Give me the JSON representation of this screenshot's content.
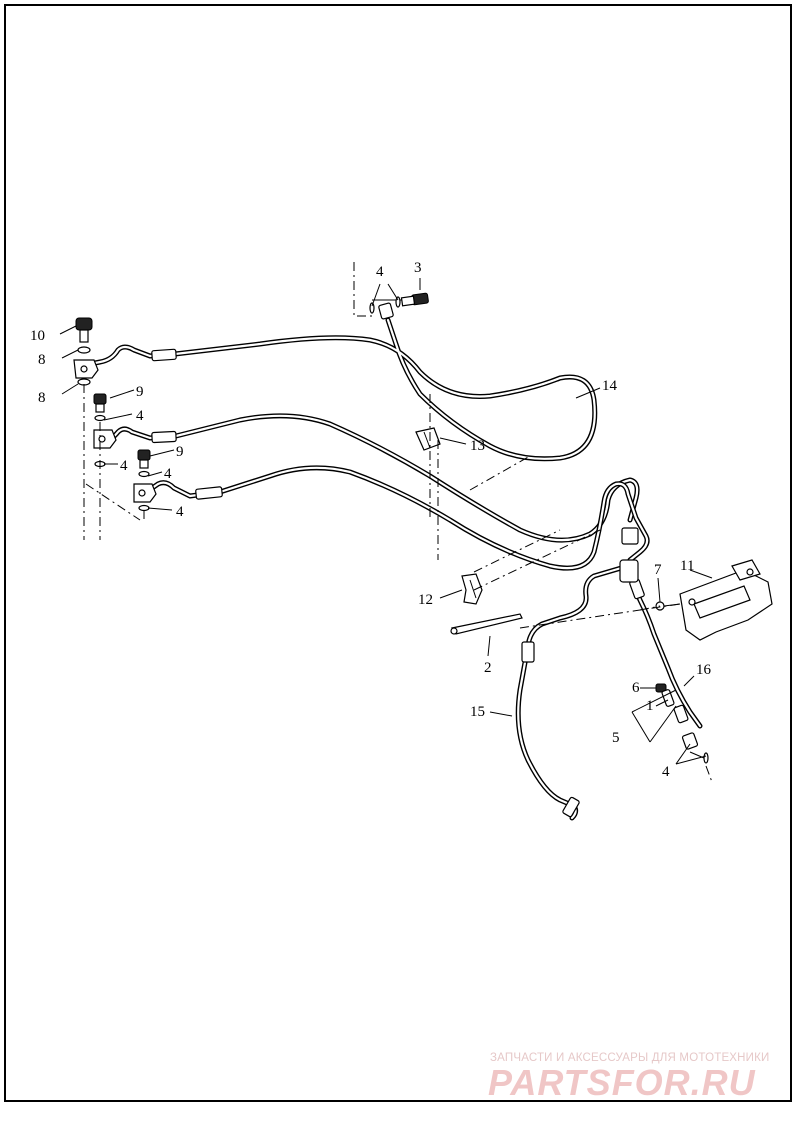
{
  "callouts": [
    {
      "id": "c1",
      "text": "1"
    },
    {
      "id": "c2",
      "text": "2"
    },
    {
      "id": "c3",
      "text": "3"
    },
    {
      "id": "c4a",
      "text": "4"
    },
    {
      "id": "c4b",
      "text": "4"
    },
    {
      "id": "c4c",
      "text": "4"
    },
    {
      "id": "c4d",
      "text": "4"
    },
    {
      "id": "c4e",
      "text": "4"
    },
    {
      "id": "c4f",
      "text": "4"
    },
    {
      "id": "c5",
      "text": "5"
    },
    {
      "id": "c6",
      "text": "6"
    },
    {
      "id": "c7",
      "text": "7"
    },
    {
      "id": "c8a",
      "text": "8"
    },
    {
      "id": "c8b",
      "text": "8"
    },
    {
      "id": "c9a",
      "text": "9"
    },
    {
      "id": "c9b",
      "text": "9"
    },
    {
      "id": "c10",
      "text": "10"
    },
    {
      "id": "c11",
      "text": "11"
    },
    {
      "id": "c12",
      "text": "12"
    },
    {
      "id": "c13",
      "text": "13"
    },
    {
      "id": "c14",
      "text": "14"
    },
    {
      "id": "c15",
      "text": "15"
    },
    {
      "id": "c16",
      "text": "16"
    }
  ],
  "watermark": {
    "tagline": "ЗАПЧАСТИ И АКСЕССУАРЫ ДЛЯ МОТОТЕХНИКИ",
    "logo": "PARTSFOR.RU",
    "color": "#f0c6c6"
  }
}
